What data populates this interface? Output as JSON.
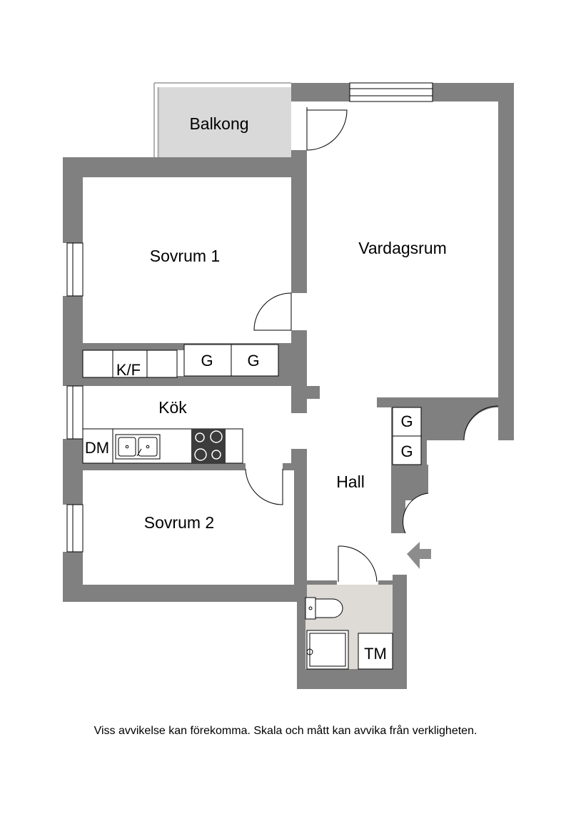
{
  "rooms": {
    "balkong": "Balkong",
    "sovrum1": "Sovrum 1",
    "vardagsrum": "Vardagsrum",
    "kok": "Kök",
    "sovrum2": "Sovrum 2",
    "hall": "Hall"
  },
  "fixtures": {
    "kf": "K/F",
    "garderob": "G",
    "dm": "DM",
    "tm": "TM"
  },
  "disclaimer": "Viss avvikelse kan förekomma. Skala och mått kan avvika från verkligheten.",
  "colors": {
    "wall": "#808080",
    "balcony": "#d9d9d9",
    "bathroom": "#dedad6",
    "stove": "#3c3c3c",
    "entrance_arrow": "#8c8c8c"
  }
}
